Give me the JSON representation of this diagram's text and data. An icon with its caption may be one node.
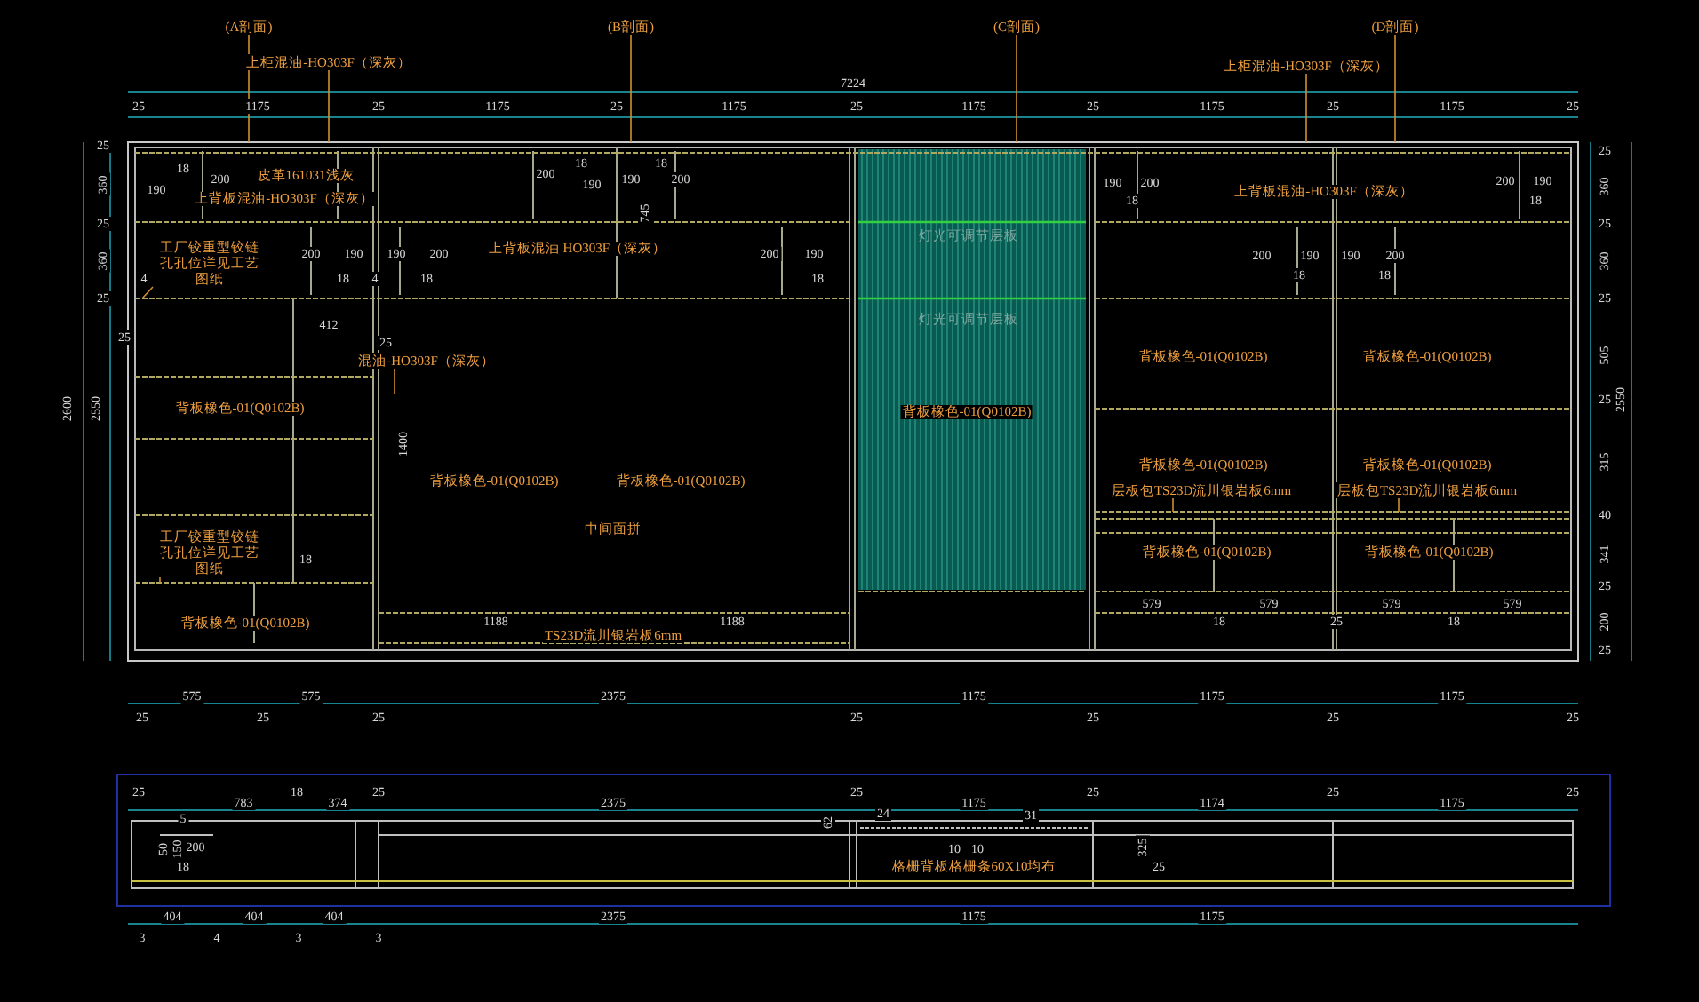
{
  "diagram": {
    "nodes": [
      {
        "text": [
          "(A剖面)"
        ]
      },
      {
        "text": [
          "(B剖面)"
        ]
      },
      {
        "text": [
          "(C剖面)"
        ]
      },
      {
        "text": [
          "(D剖面)"
        ]
      },
      {
        "text": [
          "上柜混油-HO303F（深灰）"
        ]
      },
      {
        "text": [
          "上柜混油-HO303F（深灰）"
        ]
      },
      {
        "text": [
          "工厂铰重型铰链孔孔位详见工艺图纸"
        ]
      },
      {
        "text": [
          "工厂铰重型铰链孔孔位详见工艺图纸"
        ]
      },
      {
        "text": [
          "混油-HO303F（深灰）"
        ]
      },
      {
        "text": [
          "层板包TS23D流川银岩板6mm"
        ]
      },
      {
        "text": [
          "层板包TS23D流川银岩板6mm"
        ]
      }
    ],
    "edges": [
      {
        "from": 0,
        "to": null,
        "arrow": "none"
      },
      {
        "from": 1,
        "to": null,
        "arrow": "none"
      },
      {
        "from": 2,
        "to": null,
        "arrow": "none"
      },
      {
        "from": 3,
        "to": null,
        "arrow": "none"
      },
      {
        "from": 4,
        "to": null,
        "arrow": "none"
      },
      {
        "from": 5,
        "to": null,
        "arrow": "none"
      },
      {
        "from": 6,
        "to": null,
        "arrow": "none"
      },
      {
        "from": 7,
        "to": null,
        "arrow": "none"
      },
      {
        "from": 8,
        "to": null,
        "arrow": "none"
      },
      {
        "from": 9,
        "to": null,
        "arrow": "none"
      },
      {
        "from": 10,
        "to": null,
        "arrow": "none"
      }
    ],
    "labels": [
      "7224",
      "25",
      "1175",
      "25",
      "1175",
      "25",
      "1175",
      "25",
      "1175",
      "25",
      "1175",
      "25",
      "1175",
      "25",
      "皮革161031浅灰",
      "上背板混油-HO303F（深灰）",
      "上背板混油 HO303F（深灰）",
      "上背板混油-HO303F（深灰）",
      "190",
      "18",
      "200",
      "200",
      "18",
      "190",
      "190",
      "18",
      "200",
      "745",
      "200",
      "190",
      "190",
      "200",
      "200",
      "190",
      "4",
      "18",
      "4",
      "18",
      "18",
      "190",
      "200",
      "18",
      "200",
      "190",
      "18",
      "200",
      "190",
      "18",
      "190",
      "200",
      "18",
      "412",
      "25",
      "25",
      "1400",
      "18",
      "1188",
      "1188",
      "579",
      "579",
      "579",
      "579",
      "18",
      "25",
      "18",
      "背板橡色-01(Q0102B)",
      "背板橡色-01(Q0102B)",
      "背板橡色-01(Q0102B)",
      "背板橡色-01(Q0102B)",
      "背板橡色-01(Q0102B)",
      "背板橡色-01(Q0102B)",
      "背板橡色-01(Q0102B)",
      "背板橡色-01(Q0102B)",
      "背板橡色-01(Q0102B)",
      "背板橡色-01(Q0102B)",
      "背板橡色-01(Q0102B)",
      "中间面拼",
      "TS23D流川银岩板6mm",
      "灯光可调节层板",
      "灯光可调节层板",
      "25",
      "360",
      "25",
      "360",
      "25",
      "2600",
      "2550",
      "25",
      "360",
      "25",
      "360",
      "25",
      "505",
      "25",
      "315",
      "40",
      "341",
      "25",
      "200",
      "25",
      "2550",
      "575",
      "575",
      "2375",
      "1175",
      "1175",
      "1175",
      "25",
      "25",
      "25",
      "25",
      "25",
      "25",
      "25",
      "25",
      "783",
      "18",
      "374",
      "25",
      "2375",
      "25",
      "1175",
      "25",
      "1174",
      "25",
      "1175",
      "25",
      "5",
      "50",
      "150",
      "200",
      "18",
      "24",
      "31",
      "10",
      "10",
      "325",
      "25",
      "62",
      "格栅背板格栅条60X10均布",
      "404",
      "404",
      "404",
      "3",
      "4",
      "3",
      "3",
      "2375",
      "1175",
      "1175"
    ]
  }
}
